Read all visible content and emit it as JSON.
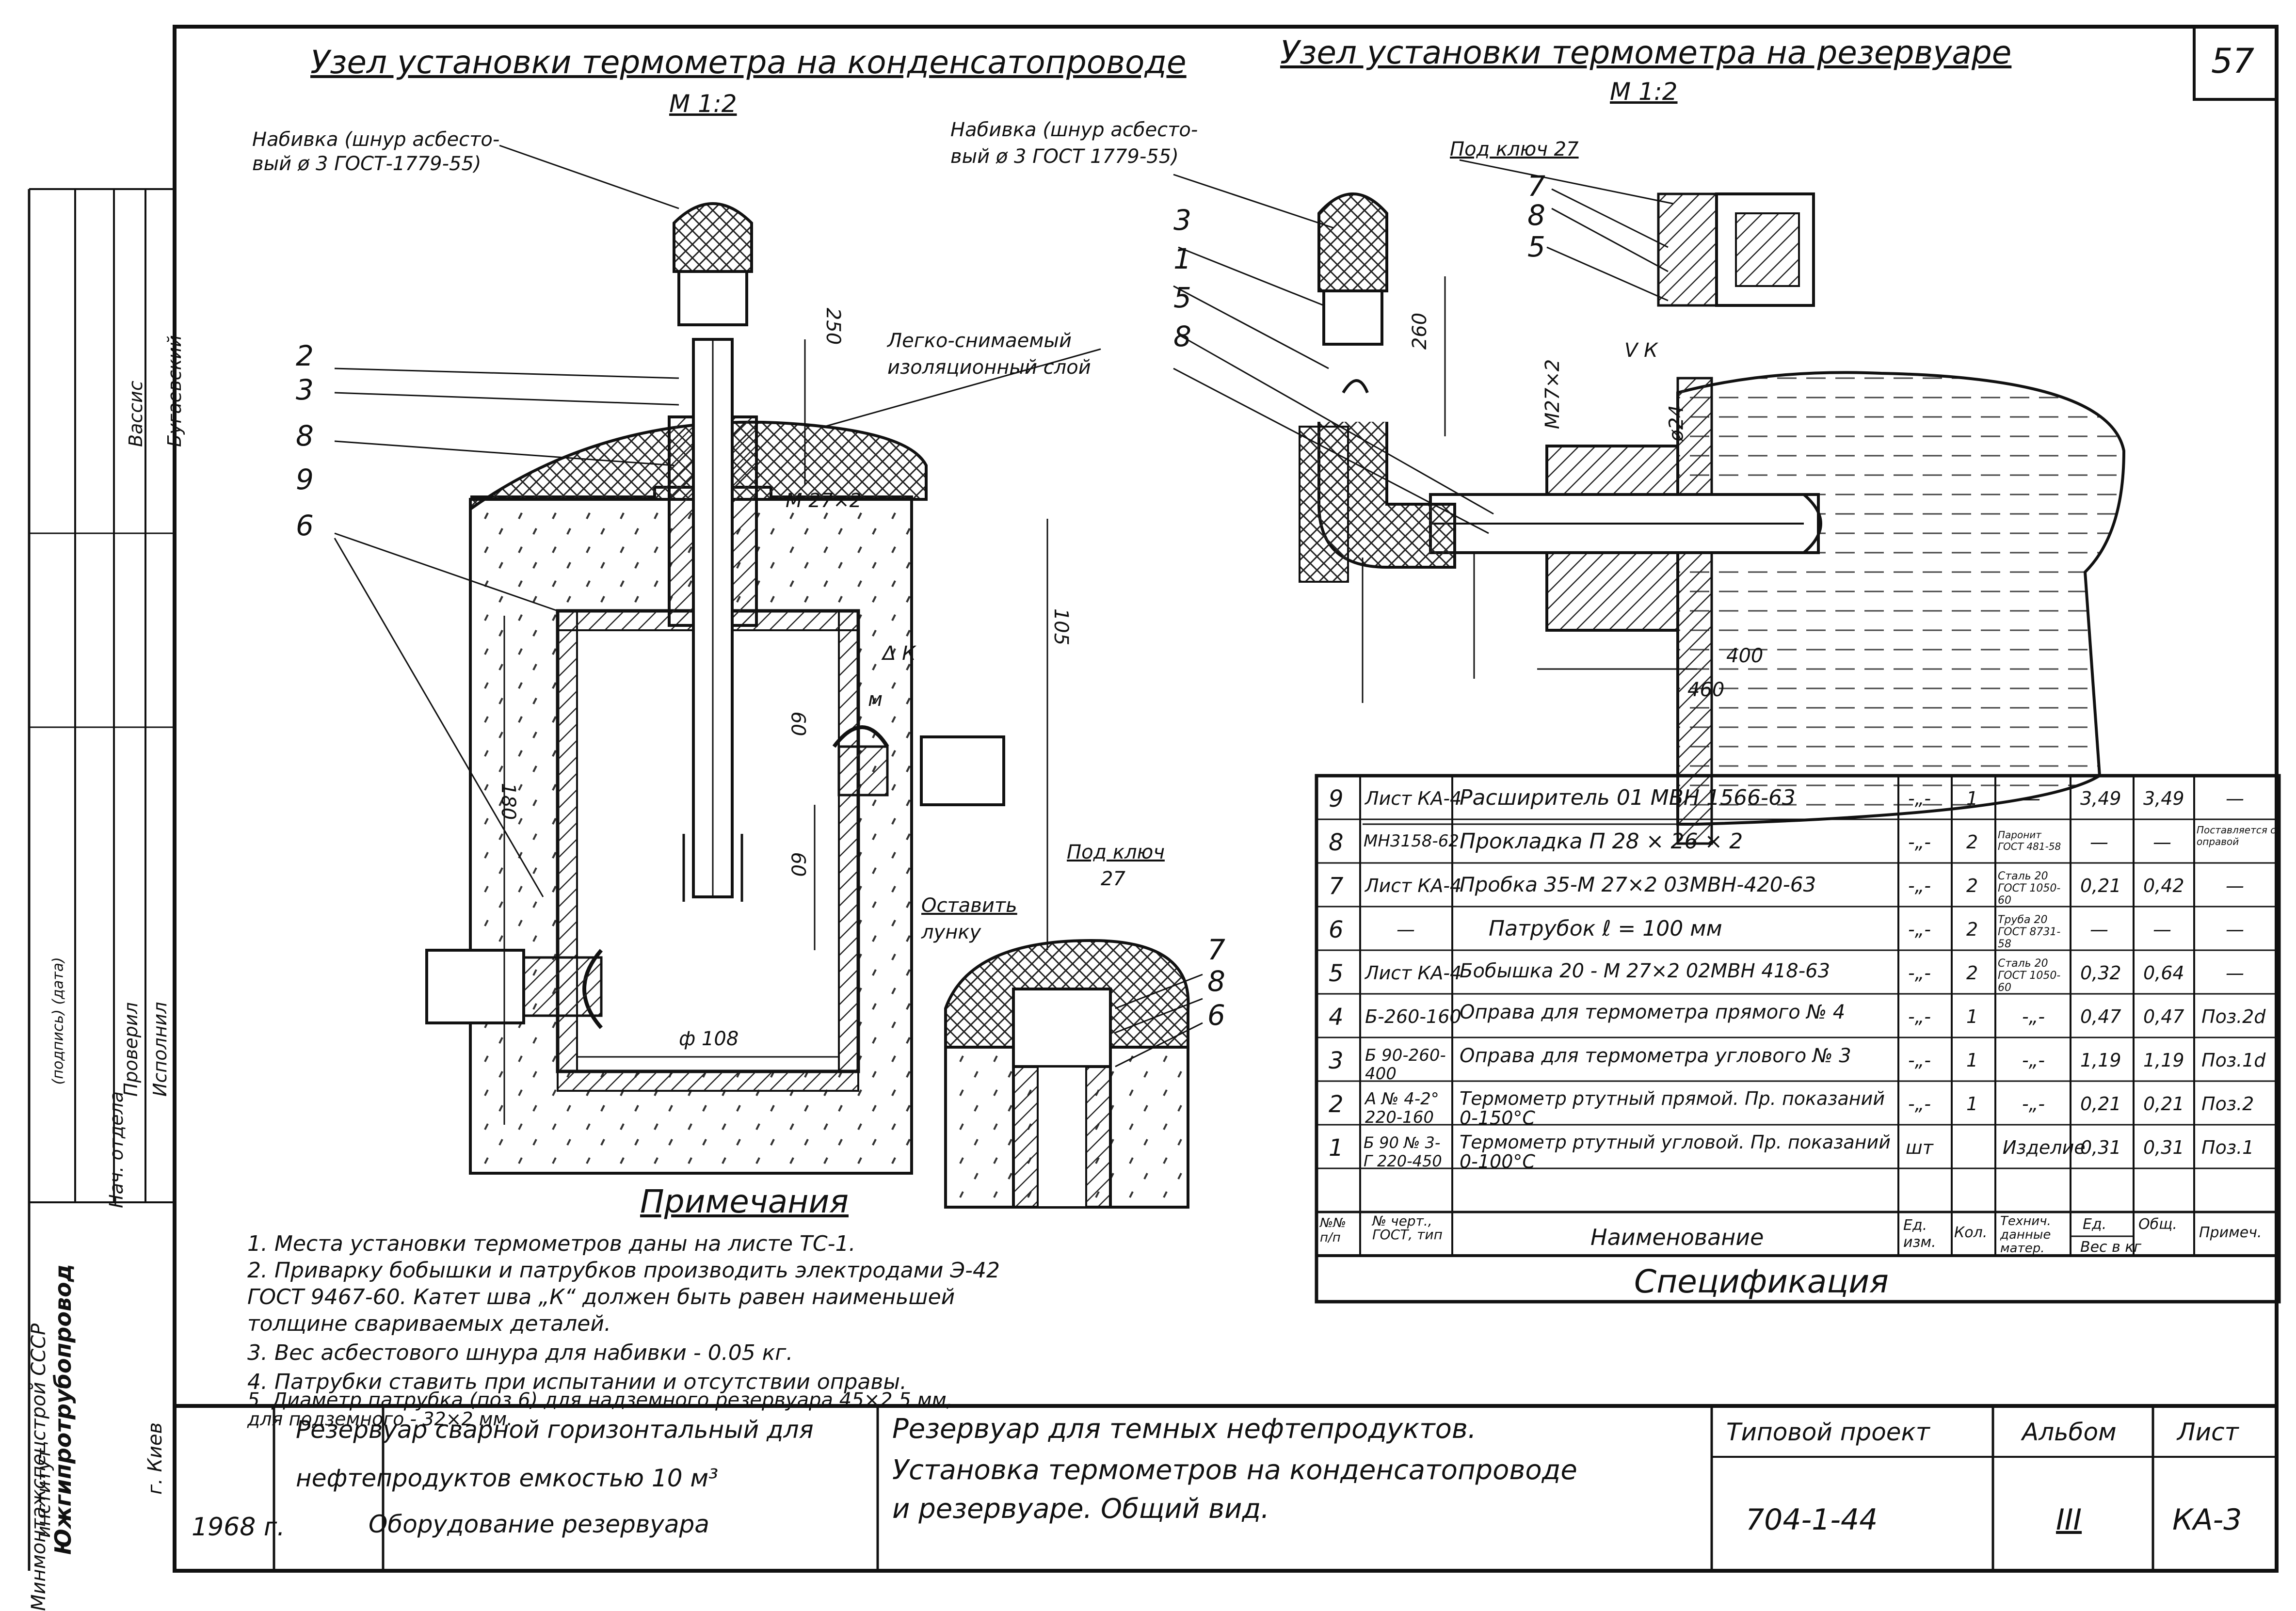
{
  "sheet_number": "57",
  "left_view": {
    "title": "Узел установки термометра на конденсатопроводе",
    "scale": "М 1:2",
    "packing_note": [
      "Набивка (шнур асбесто-",
      "вый ø 3 ГОСТ-1779-55)"
    ],
    "removable_layer": [
      "Легко-снимаемый",
      "изоляционный слой"
    ],
    "callouts": [
      "2",
      "3",
      "8",
      "9",
      "6"
    ],
    "thread": "М 27×2",
    "dims": {
      "d250": "250",
      "d105": "105",
      "d60a": "60",
      "d60b": "60",
      "d180": "180",
      "dia108": "ф 108"
    },
    "weld": "Δ К",
    "weld_m": "м"
  },
  "detail_view": {
    "leave_hole": [
      "Оставить",
      "лунку"
    ],
    "wrench": [
      "Под ключ",
      "27"
    ],
    "callouts": [
      "7",
      "8",
      "6"
    ]
  },
  "right_view": {
    "title": "Узел установки термометра на резервуаре",
    "scale": "М 1:2",
    "packing_note": [
      "Набивка (шнур асбесто-",
      "вый ø 3 ГОСТ 1779-55)"
    ],
    "wrench": "Под ключ 27",
    "callouts_left": [
      "3",
      "1",
      "5",
      "8"
    ],
    "callouts_right": [
      "7",
      "8",
      "5"
    ],
    "thread": "М27×2",
    "weld": "V К",
    "dims": {
      "d260": "260",
      "d24": "ø24",
      "d400": "400",
      "d460": "460"
    }
  },
  "spec": {
    "title": "Спецификация",
    "header": {
      "pos": "№№ п/п",
      "doc": "№ черт., ГОСТ, тип",
      "name": "Наименование",
      "unit": "Ед. изм.",
      "qty": "Кол.",
      "material": "Технич. данные матер.",
      "w1": "Ед.",
      "w2": "Общ.",
      "weight": "Вес в кг",
      "note": "Примеч."
    },
    "rows": [
      {
        "pos": "9",
        "doc": "Лист КА-4",
        "name": "Расширитель 01 МВН 1566-63",
        "unit": "-„-",
        "qty": "1",
        "mat": "—",
        "w1": "3,49",
        "w2": "3,49",
        "note": "—"
      },
      {
        "pos": "8",
        "doc": "МН3158-62",
        "name": "Прокладка   П 28 × 26 × 2",
        "unit": "-„-",
        "qty": "2",
        "mat": "Паронит ГОСТ 481-58",
        "w1": "—",
        "w2": "—",
        "note": "Поставляется с оправой"
      },
      {
        "pos": "7",
        "doc": "Лист КА-4",
        "name": "Пробка 35-М 27×2 03МВН-420-63",
        "unit": "-„-",
        "qty": "2",
        "mat": "Сталь 20 ГОСТ 1050-60",
        "w1": "0,21",
        "w2": "0,42",
        "note": "—"
      },
      {
        "pos": "6",
        "doc": "—",
        "name": "Патрубок  ℓ = 100 мм",
        "unit": "-„-",
        "qty": "2",
        "mat": "Труба 20 ГОСТ 8731-58",
        "w1": "—",
        "w2": "—",
        "note": "—"
      },
      {
        "pos": "5",
        "doc": "Лист КА-4",
        "name": "Бобышка 20 - М 27×2 02МВН 418-63",
        "unit": "-„-",
        "qty": "2",
        "mat": "Сталь 20 ГОСТ 1050-60",
        "w1": "0,32",
        "w2": "0,64",
        "note": "—"
      },
      {
        "pos": "4",
        "doc": "Б-260-160",
        "name": "Оправа для термометра прямого № 4",
        "unit": "-„-",
        "qty": "1",
        "mat": "-„-",
        "w1": "0,47",
        "w2": "0,47",
        "note": "Поз.2d"
      },
      {
        "pos": "3",
        "doc": "Б 90-260-400",
        "name": "Оправа для термометра углового № 3",
        "unit": "-„-",
        "qty": "1",
        "mat": "-„-",
        "w1": "1,19",
        "w2": "1,19",
        "note": "Поз.1d"
      },
      {
        "pos": "2",
        "doc": "А № 4-2° 220-160",
        "name": "Термометр ртутный прямой. Пр. показаний 0-150°С",
        "unit": "-„-",
        "qty": "1",
        "mat": "-„-",
        "w1": "0,21",
        "w2": "0,21",
        "note": "Поз.2"
      },
      {
        "pos": "1",
        "doc": "Б 90 № 3-Г 220-450",
        "name": "Термометр ртутный угловой. Пр. показаний 0-100°С",
        "unit": "шт",
        "qty": "",
        "mat": "Изделие",
        "w1": "0,31",
        "w2": "0,31",
        "note": "Поз.1"
      }
    ]
  },
  "notes": {
    "title": "Примечания",
    "items": [
      "1. Места установки термометров даны на листе ТС-1.",
      "2. Приварку бобышки и патрубков производить электродами Э-42",
      "   ГОСТ 9467-60.  Катет шва „К“ должен быть равен наименьшей",
      "   толщине свариваемых деталей.",
      "3. Вес асбестового шнура для набивки - 0.05 кг.",
      "4. Патрубки ставить при испытании и отсутствии оправы.",
      "5. Диаметр патрубка (поз.6) для надземного резервуара 45×2.5 мм,",
      "   для подземного - 32×2 мм."
    ]
  },
  "left_strip": {
    "ministry": [
      "Минмонтажспецстрой СССР",
      "институт",
      "Южгипротрубопровод",
      "г. Киев"
    ],
    "roles": [
      "Нач. отдела",
      "Проверил",
      "Исполнил"
    ],
    "names": [
      "Вассис",
      "Бугаевский"
    ],
    "vertical_misc": "(подпись) (дата)"
  },
  "title_block": {
    "year": "1968 г.",
    "object": [
      "Резервуар сварной горизонтальный для",
      "нефтепродуктов емкостью  10   м³",
      "Оборудование резервуара"
    ],
    "sheet_title": [
      "Резервуар для темных   нефтепродуктов.",
      "Установка термометров на конденсатопроводе",
      "и резервуаре.  Общий  вид."
    ],
    "project_label": "Типовой проект",
    "project": "704-1-44",
    "album_label": "Альбом",
    "album": "III",
    "sheet_label": "Лист",
    "sheet": "КА-3"
  }
}
